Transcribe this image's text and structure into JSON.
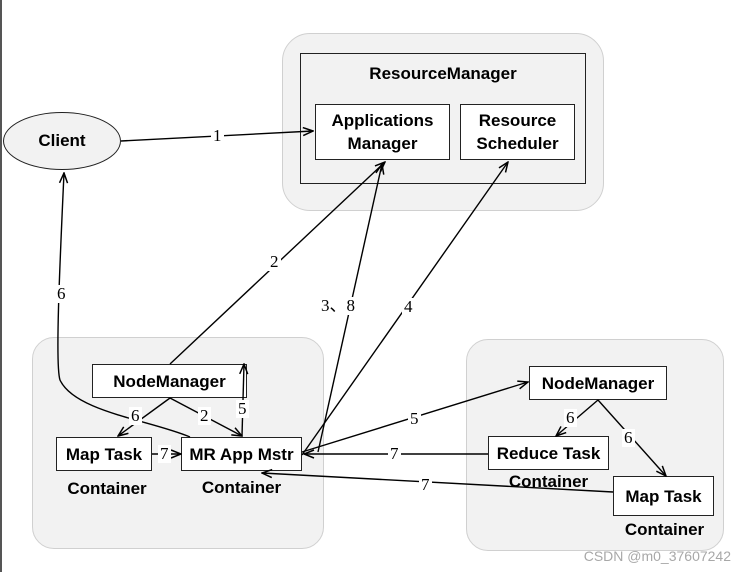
{
  "resource_manager": {
    "title": "ResourceManager",
    "applications_manager": "Applications\nManager",
    "resource_scheduler": "Resource\nScheduler"
  },
  "client": {
    "label": "Client"
  },
  "left_node": {
    "node_manager": "NodeManager",
    "map_task": "Map Task",
    "map_container": "Container",
    "app_master": "MR App Mstr",
    "app_container": "Container"
  },
  "right_node": {
    "node_manager": "NodeManager",
    "reduce_task": "Reduce Task",
    "reduce_container": "Container",
    "map_task": "Map Task",
    "map_container": "Container"
  },
  "steps": {
    "s1": "1",
    "s2": "2",
    "s38": "3、8",
    "s4": "4",
    "s6": "6",
    "s6_left": "6",
    "s2_left": "2",
    "s5_left": "5",
    "s7_map": "7",
    "s5_right": "5",
    "s7_reduce": "7",
    "s6_reduce": "6",
    "s6_map": "6",
    "s7_map_right": "7"
  },
  "watermark": "CSDN @m0_37607242",
  "colors": {
    "group_fill": "#f2f2f2",
    "group_border": "#d0d0d0",
    "line": "#000000"
  }
}
